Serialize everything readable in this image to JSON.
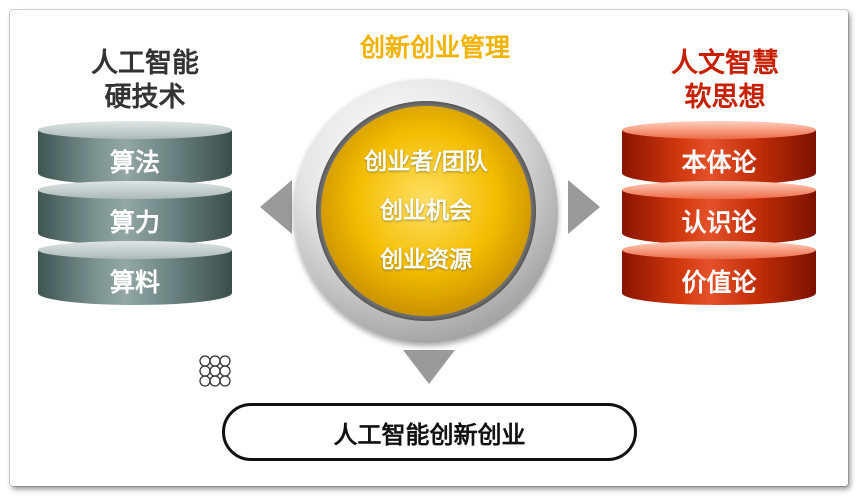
{
  "left": {
    "heading_line1": "人工智能",
    "heading_line2": "硬技术",
    "items": [
      "算法",
      "算力",
      "算料"
    ]
  },
  "center": {
    "title": "创新创业管理",
    "items": [
      "创业者/团队",
      "创业机会",
      "创业资源"
    ]
  },
  "right": {
    "heading_line1": "人文智慧",
    "heading_line2": "软思想",
    "items": [
      "本体论",
      "认识论",
      "价值论"
    ]
  },
  "bottom": {
    "label": "人工智能创新创业"
  },
  "colors": {
    "accent_gold": "#f2b300",
    "accent_red": "#c62000",
    "cylinder_gray": "#7d9390",
    "cylinder_red": "#d2380e"
  }
}
